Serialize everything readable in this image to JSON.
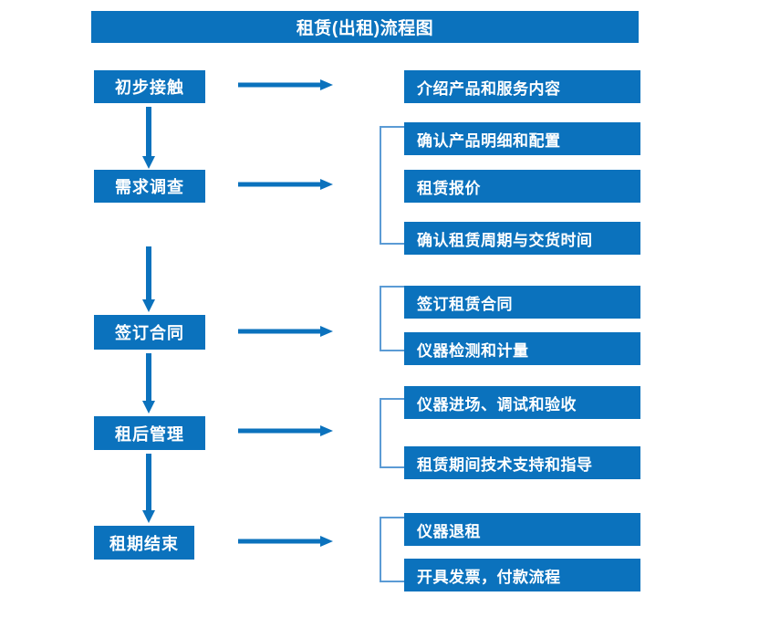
{
  "document": {
    "title": "租赁(出租)流程图",
    "type": "flowchart",
    "accent_color": "#0b72bd",
    "bracket_color": "#5b9bd5",
    "text_color": "#ffffff",
    "background_color": "#ffffff"
  },
  "stages": [
    {
      "label": "初步接触"
    },
    {
      "label": "需求调查"
    },
    {
      "label": "签订合同"
    },
    {
      "label": "租后管理"
    },
    {
      "label": "租期结束"
    }
  ],
  "details": [
    {
      "label": "介绍产品和服务内容"
    },
    {
      "label": "确认产品明细和配置"
    },
    {
      "label": "租赁报价"
    },
    {
      "label": "确认租赁周期与交货时间"
    },
    {
      "label": "签订租赁合同"
    },
    {
      "label": "仪器检测和计量"
    },
    {
      "label": "仪器进场、调试和验收"
    },
    {
      "label": "租赁期间技术支持和指导"
    },
    {
      "label": "仪器退租"
    },
    {
      "label": "开具发票，付款流程"
    }
  ],
  "connectors": {
    "flow_arrow_right": "arrow-right-icon",
    "flow_arrow_down": "arrow-down-icon",
    "group_bracket": "bracket-icon"
  }
}
